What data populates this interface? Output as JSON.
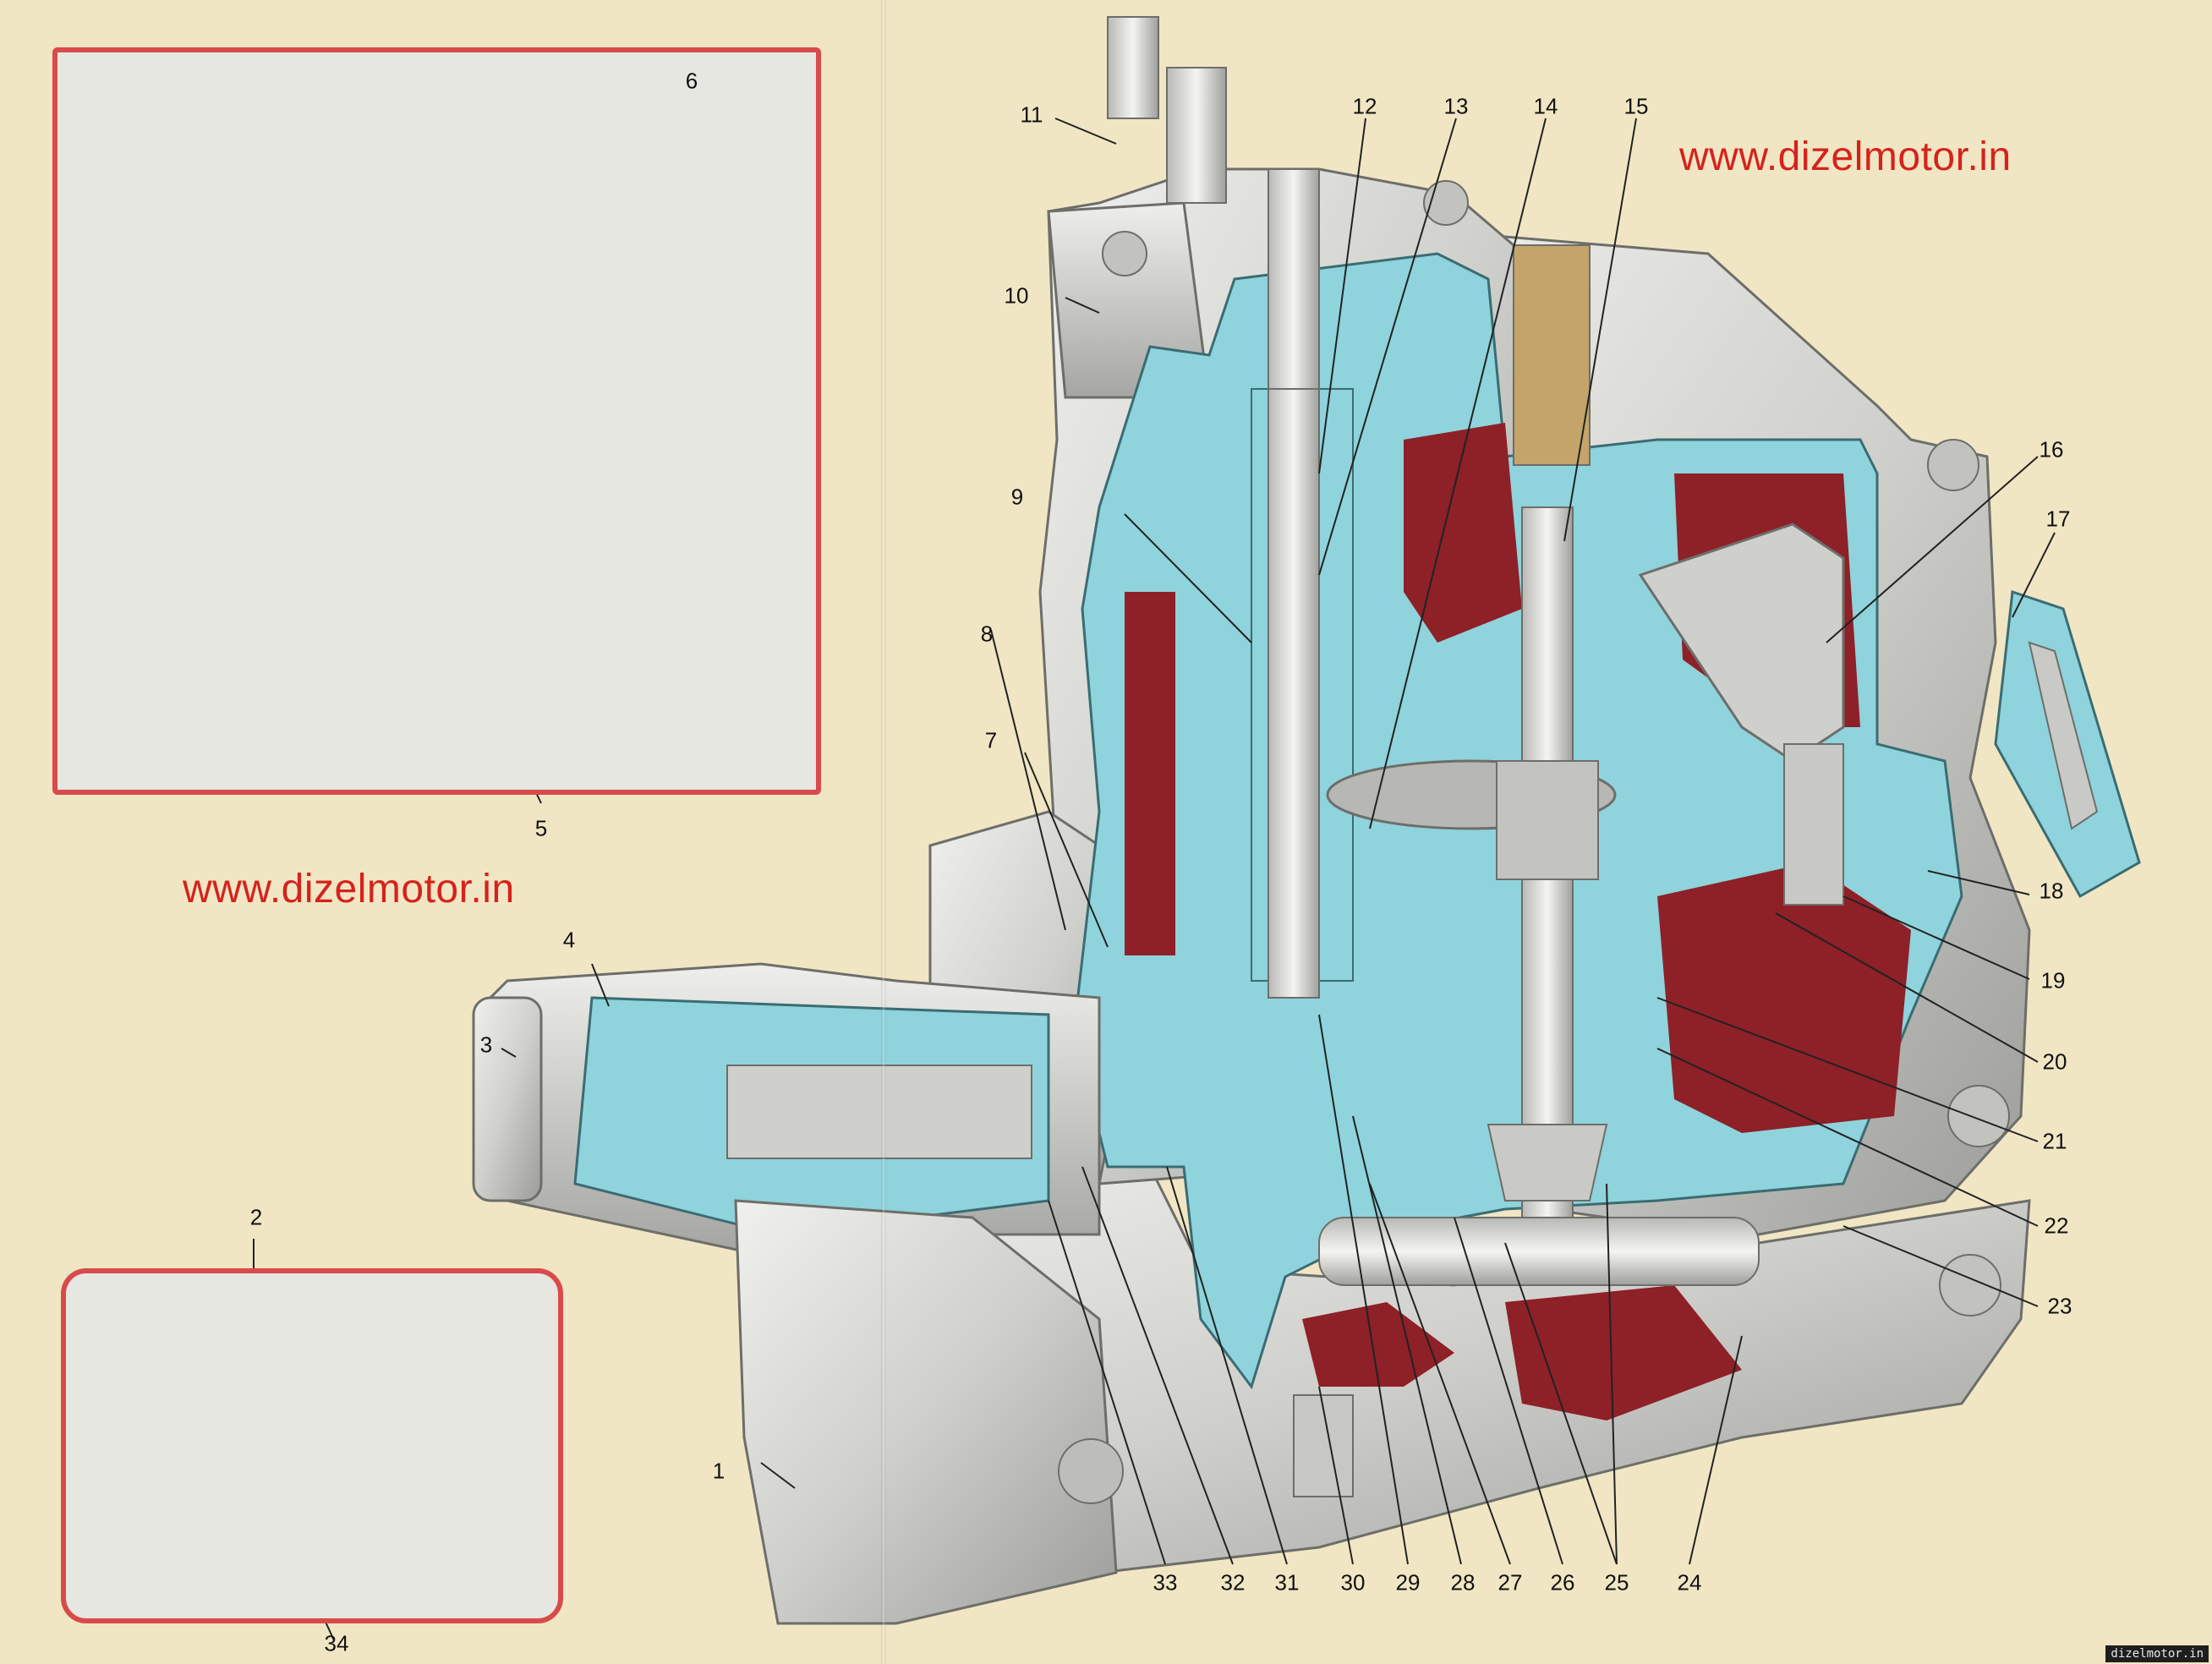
{
  "watermark_top": "www.dizelmotor.in",
  "watermark_mid": "www.dizelmotor.in",
  "corner_credit": "dizelmotor.in",
  "colors": {
    "paper": "#f1e6c3",
    "section_blue": "#8fd3dc",
    "section_red": "#8e2027",
    "metal": "#cfd0cc",
    "inset_border": "#d94a4a",
    "watermark": "#d6221c"
  },
  "callouts": [
    "1",
    "2",
    "3",
    "4",
    "5",
    "6",
    "7",
    "8",
    "9",
    "10",
    "11",
    "12",
    "13",
    "14",
    "15",
    "16",
    "17",
    "18",
    "19",
    "20",
    "21",
    "22",
    "23",
    "24",
    "25",
    "26",
    "27",
    "28",
    "29",
    "30",
    "31",
    "32",
    "33",
    "34"
  ]
}
